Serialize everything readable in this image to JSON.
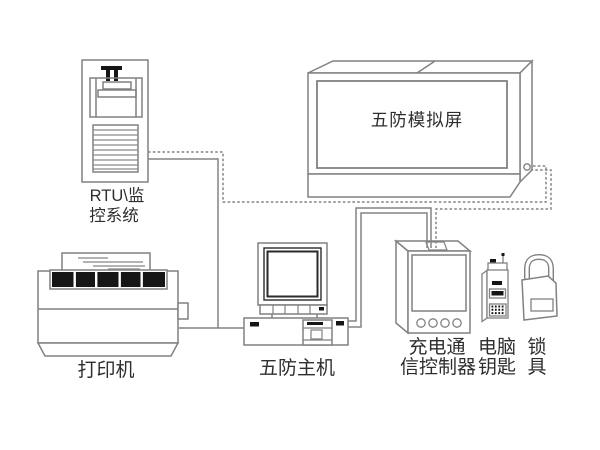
{
  "diagram": {
    "type": "system-wiring-diagram",
    "description_nodes_count": 7
  },
  "nodes": {
    "rtu": {
      "label_line1": "RTU\\监",
      "label_line2": "控系统"
    },
    "sim_screen": {
      "label": "五防模拟屏"
    },
    "printer": {
      "label": "打印机"
    },
    "host": {
      "label": "五防主机"
    },
    "controller": {
      "label_line1": "充电通",
      "label_line2": "信控制器"
    },
    "key": {
      "label_line1": "电脑",
      "label_line2": "钥匙"
    },
    "lock": {
      "label_line1": "锁",
      "label_line2": "具"
    }
  },
  "connections": [
    {
      "from": "rtu",
      "to": "sim_screen",
      "style": "dashed"
    },
    {
      "from": "sim_screen",
      "to": "controller",
      "style": "dashed"
    },
    {
      "from": "rtu",
      "to": "host",
      "style": "solid"
    },
    {
      "from": "printer",
      "to": "host",
      "style": "solid"
    },
    {
      "from": "host",
      "to": "controller",
      "style": "solid-pair"
    }
  ],
  "colors": {
    "line": "#818181",
    "dark": "#161616",
    "text": "#2e2e2e",
    "background": "#ffffff"
  }
}
